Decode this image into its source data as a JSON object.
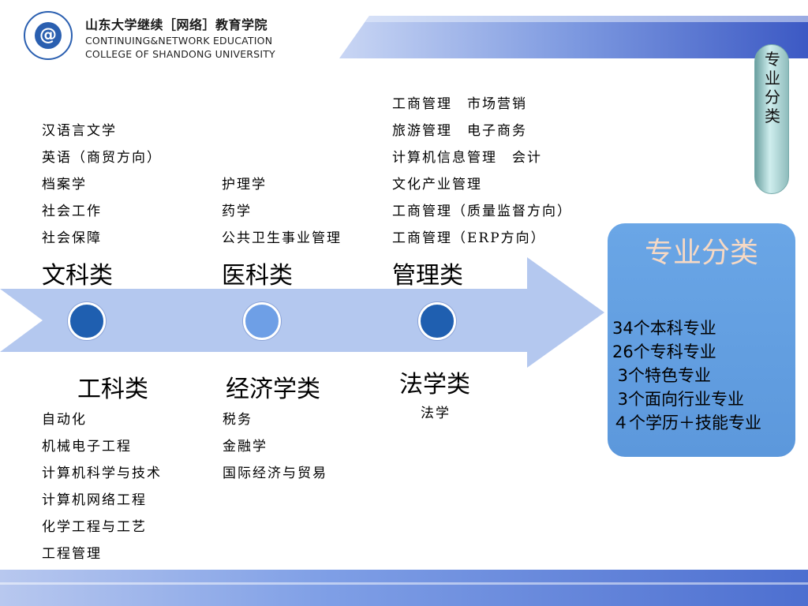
{
  "header": {
    "school_cn": "山东大学继续［网络］教育学院",
    "school_en_1": "CONTINUING&NETWORK EDUCATION",
    "school_en_2": "COLLEGE OF SHANDONG UNIVERSITY"
  },
  "side_pill": {
    "label": "专业分类"
  },
  "columns": {
    "liberal_arts": {
      "title": "文科类",
      "majors": [
        "汉语言文学",
        "英语（商贸方向）",
        "档案学",
        "社会工作",
        "社会保障"
      ]
    },
    "medicine": {
      "title": "医科类",
      "majors": [
        "护理学",
        "药学",
        "公共卫生事业管理"
      ]
    },
    "management": {
      "title": "管理类",
      "majors": [
        "工商管理　市场营销",
        "旅游管理　电子商务",
        "计算机信息管理　会计",
        "文化产业管理",
        "工商管理（质量监督方向）",
        "工商管理（ERP方向）"
      ]
    },
    "engineering": {
      "title": "工科类",
      "majors": [
        "自动化",
        "机械电子工程",
        "计算机科学与技术",
        "计算机网络工程",
        "化学工程与工艺",
        "工程管理"
      ]
    },
    "economics": {
      "title": "经济学类",
      "majors": [
        "税务",
        "金融学",
        "国际经济与贸易"
      ]
    },
    "law": {
      "title": "法学类",
      "majors": [
        "法学"
      ]
    }
  },
  "summary": {
    "title": "专业分类",
    "lines": [
      "34个本科专业",
      "26个专科专业",
      " 3个特色专业",
      " 3个面向行业专业",
      "４个学历＋技能专业"
    ]
  },
  "colors": {
    "arrow_fill": "#b4c8ef",
    "dot_dark": "#1f5fb0",
    "dot_light": "#6e9fe6",
    "summary_bg": "#62a0e2",
    "summary_title": "#f7d9c4"
  }
}
